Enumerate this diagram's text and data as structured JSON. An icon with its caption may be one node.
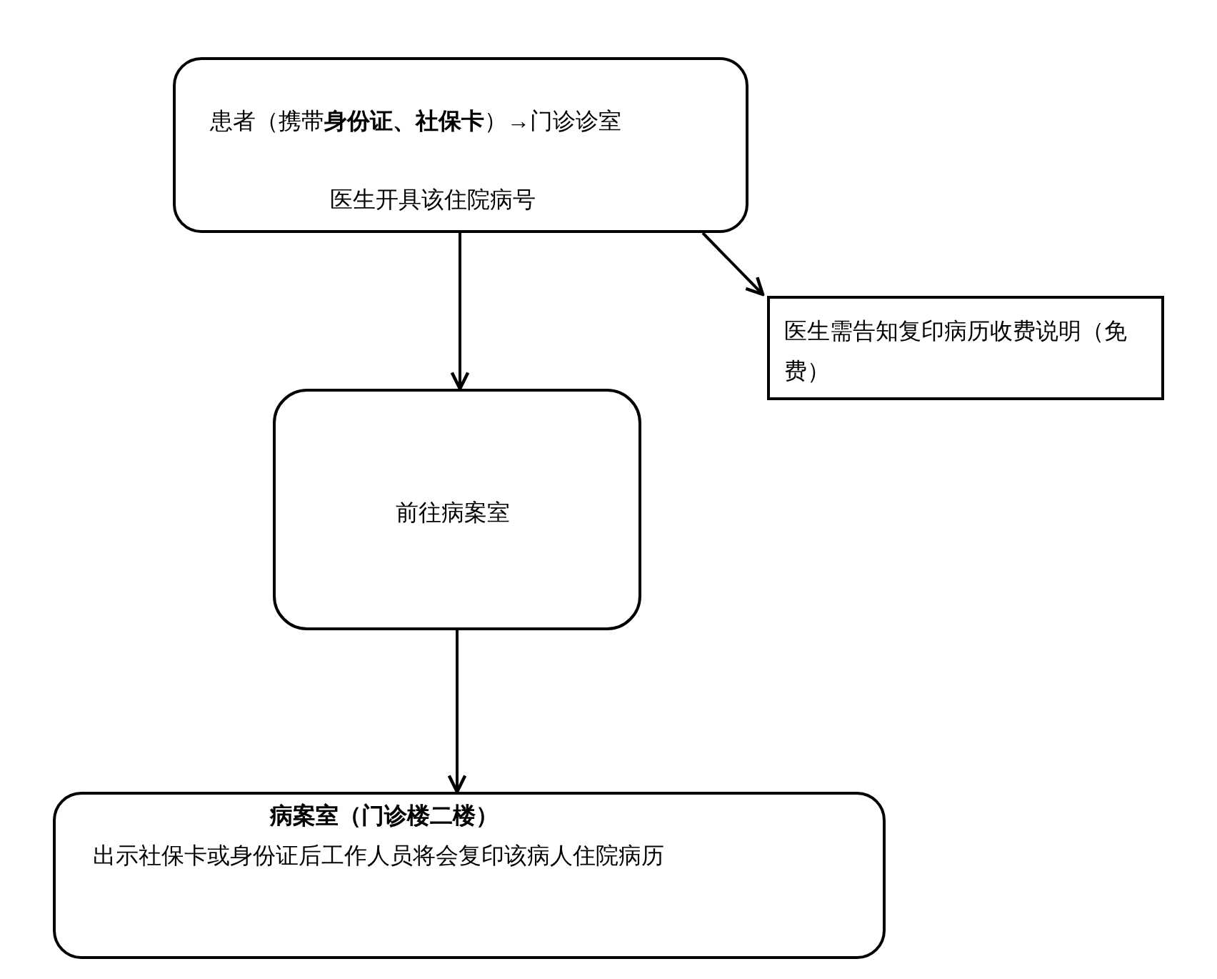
{
  "diagram": {
    "nodes": [
      {
        "text": [
          "患者（携带**身份证、社保卡**）→门诊诊室",
          "医生开具该住院病号"
        ]
      },
      {
        "text": [
          "医生需告知复印病历收费说明（免费）"
        ]
      },
      {
        "text": [
          "前往病案室"
        ]
      },
      {
        "text": [
          "病案室（门诊楼二楼）",
          "出示社保卡或身份证后工作人员将会复印该病人住院病历"
        ]
      }
    ],
    "edges": [
      {
        "from": 0,
        "to": 2,
        "arrow": "to"
      },
      {
        "from": 0,
        "to": 1,
        "arrow": "to"
      },
      {
        "from": 2,
        "to": 3,
        "arrow": "to"
      }
    ]
  }
}
